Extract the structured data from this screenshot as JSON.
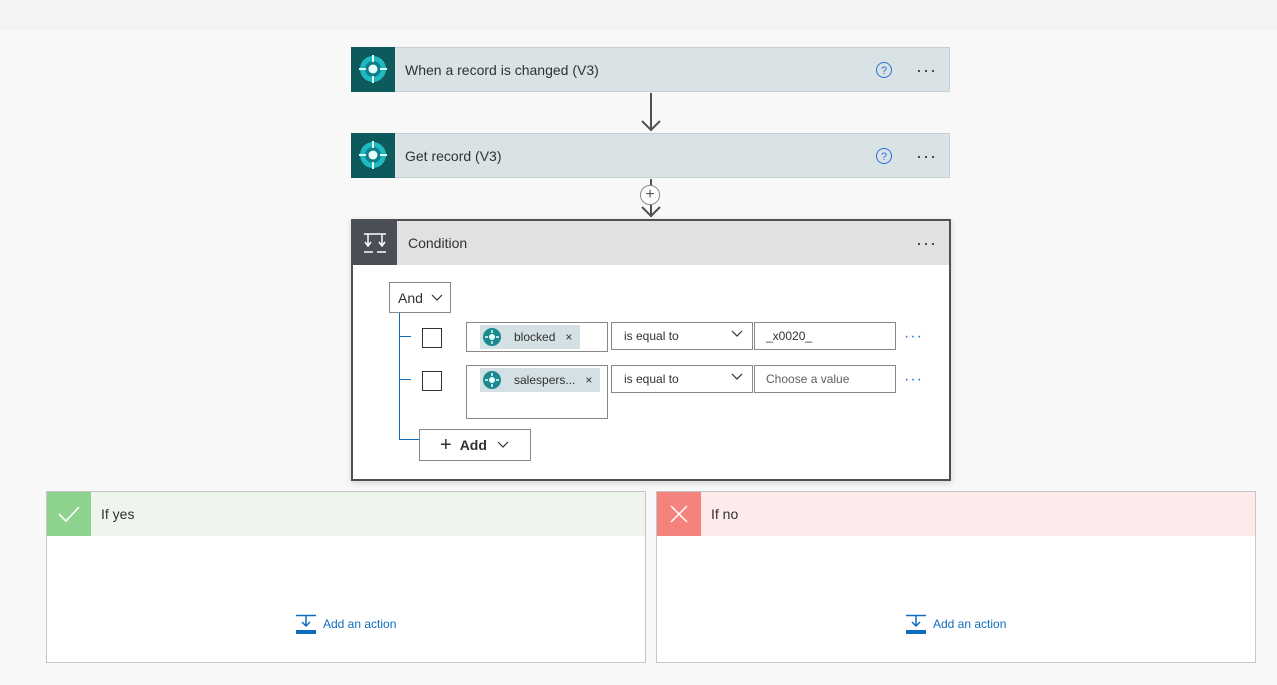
{
  "flow": {
    "trigger": {
      "title": "When a record is changed (V3)",
      "help": "?",
      "more": "···"
    },
    "get_record": {
      "title": "Get record (V3)",
      "help": "?",
      "more": "···"
    },
    "insert_step": "+",
    "condition": {
      "title": "Condition",
      "more": "···",
      "group_operator": "And",
      "rows": [
        {
          "token": "blocked",
          "token_remove": "×",
          "operator": "is equal to",
          "value": "_x0020_",
          "more": "···"
        },
        {
          "token": "salespers...",
          "token_remove": "×",
          "operator": "is equal to",
          "value_placeholder": "Choose a value",
          "more": "···"
        }
      ],
      "add_button": {
        "icon": "+",
        "label": "Add"
      }
    },
    "branches": {
      "yes": {
        "title": "If yes",
        "add_action": "Add an action",
        "color": "#8dd38d"
      },
      "no": {
        "title": "If no",
        "add_action": "Add an action",
        "color": "#f4837d"
      }
    }
  },
  "colors": {
    "accent": "#0f6cbd",
    "connector_header": "#0d5a5c",
    "condition_header": "#494e57"
  },
  "icons": {
    "connector": "business-central-icon",
    "condition": "condition-icon",
    "help": "question-icon",
    "yes": "checkmark-icon",
    "no": "close-icon",
    "add_action": "add-action-icon"
  }
}
